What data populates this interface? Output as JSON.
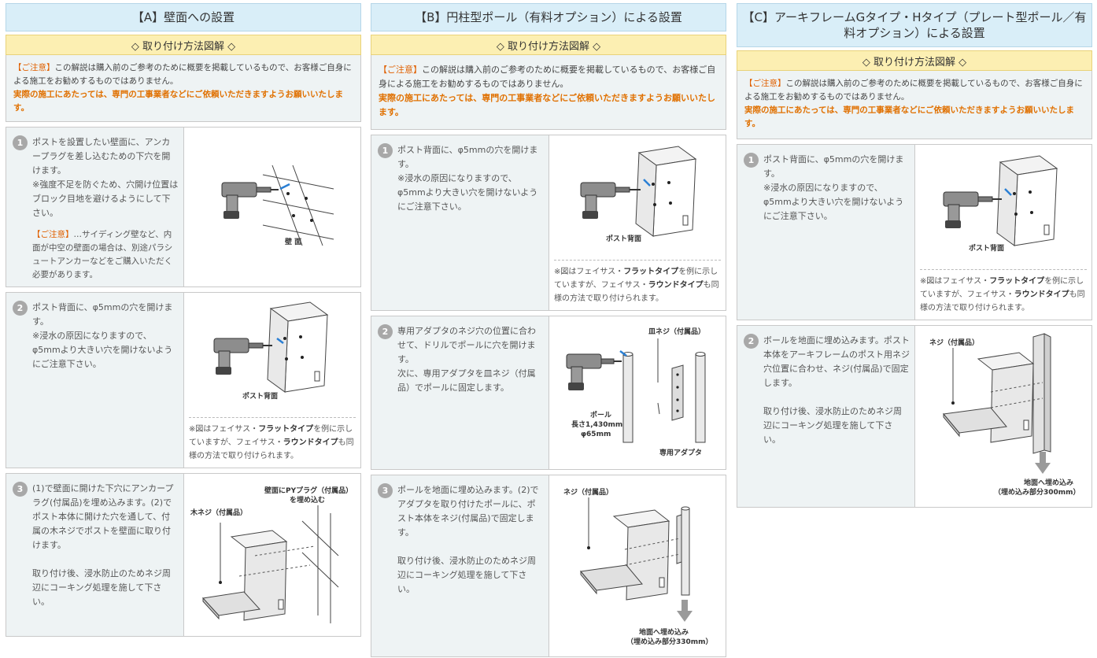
{
  "notice": {
    "label": "【ご注意】",
    "text": "この解説は購入前のご参考のために概要を掲載しているもので、お客様ご自身による施工をお勧めするものではありません。",
    "strong": "実際の施工にあたっては、専門の工事業者などにご依頼いただきますようお願いいたします。"
  },
  "method_label": "◇ 取り付け方法図解 ◇",
  "figure_note": {
    "prefix": "※図はフェイサス・",
    "flat": "フラットタイプ",
    "mid": "を例に示していますが、フェイサス・",
    "round": "ラウンドタイプ",
    "suffix": "も同様の方法で取り付けられます。"
  },
  "sections": {
    "a": {
      "title": "【A】壁面への設置",
      "steps": [
        {
          "num": "1",
          "lines": [
            "ポストを設置したい壁面に、アンカープラグを差し込むための下穴を開けます。",
            "※強度不足を防ぐため、穴開け位置はブロック目地を避けるようにして下さい。"
          ],
          "caution_label": "【ご注意】",
          "caution_text": "…サイディング壁など、内面が中空の壁面の場合は、別途パラシュートアンカーなどをご購入いただく必要があります。",
          "fig_labels": [
            "壁 面"
          ]
        },
        {
          "num": "2",
          "lines": [
            "ポスト背面に、φ5mmの穴を開けます。",
            "※浸水の原因になりますので、φ5mmより大きい穴を開けないようにご注意下さい。"
          ],
          "fig_labels": [
            "ポスト背面"
          ]
        },
        {
          "num": "3",
          "lines": [
            "(1)で壁面に開けた下穴にアンカープラグ(付属品)を埋め込みます。(2)でポスト本体に開けた穴を通して、付属の木ネジでポストを壁面に取り付けます。",
            "取り付け後、浸水防止のためネジ周辺にコーキング処理を施して下さい。"
          ],
          "fig_labels": [
            "壁面にPYプラグ（付属品）",
            "を埋め込む",
            "木ネジ（付属品）"
          ]
        }
      ]
    },
    "b": {
      "title": "【B】円柱型ポール（有料オプション）による設置",
      "steps": [
        {
          "num": "1",
          "lines": [
            "ポスト背面に、φ5mmの穴を開けます。",
            "※浸水の原因になりますので、φ5mmより大きい穴を開けないようにご注意下さい。"
          ],
          "fig_labels": [
            "ポスト背面"
          ]
        },
        {
          "num": "2",
          "lines": [
            "専用アダプタのネジ穴の位置に合わせて、ドリルでポールに穴を開けます。",
            "次に、専用アダプタを皿ネジ（付属品）でポールに固定します。"
          ],
          "fig_labels": [
            "皿ネジ（付属品）",
            "ポール",
            "長さ1,430mm",
            "φ65mm",
            "専用アダプタ"
          ]
        },
        {
          "num": "3",
          "lines": [
            "ポールを地面に埋め込みます。(2)でアダプタを取り付けたポールに、ポスト本体をネジ(付属品)で固定します。",
            "取り付け後、浸水防止のためネジ周辺にコーキング処理を施して下さい。"
          ],
          "fig_labels": [
            "ネジ（付属品）",
            "地面へ埋め込み",
            "（埋め込み部分330mm）"
          ]
        }
      ]
    },
    "c": {
      "title": "【C】アーキフレームGタイプ・Hタイプ（プレート型ポール／有料オプション）による設置",
      "steps": [
        {
          "num": "1",
          "lines": [
            "ポスト背面に、φ5mmの穴を開けます。",
            "※浸水の原因になりますので、φ5mmより大きい穴を開けないようにご注意下さい。"
          ],
          "fig_labels": [
            "ポスト背面"
          ]
        },
        {
          "num": "2",
          "lines": [
            "ボールを地面に埋め込みます。ポスト本体をアーキフレームのポスト用ネジ穴位置に合わせ、ネジ(付属品)で固定します。",
            "取り付け後、浸水防止のためネジ周辺にコーキング処理を施して下さい。"
          ],
          "fig_labels": [
            "ネジ（付属品）",
            "地面へ埋め込み",
            "（埋め込み部分300mm）"
          ]
        }
      ]
    }
  }
}
